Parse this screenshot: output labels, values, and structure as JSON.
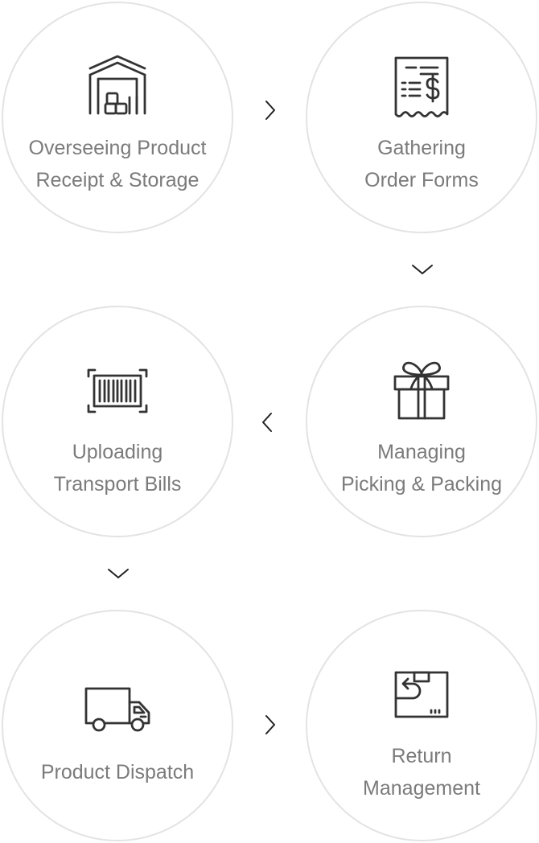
{
  "steps": [
    {
      "id": "receipt-storage",
      "icon": "warehouse-icon",
      "lines": [
        "Overseeing Product",
        "Receipt & Storage"
      ]
    },
    {
      "id": "order-forms",
      "icon": "receipt-icon",
      "lines": [
        "Gathering",
        "Order Forms"
      ]
    },
    {
      "id": "picking-packing",
      "icon": "gift-box-icon",
      "lines": [
        "Managing",
        "Picking & Packing"
      ]
    },
    {
      "id": "transport-bills",
      "icon": "barcode-scan-icon",
      "lines": [
        "Uploading",
        "Transport Bills"
      ]
    },
    {
      "id": "product-dispatch",
      "icon": "delivery-truck-icon",
      "lines": [
        "Product Dispatch"
      ]
    },
    {
      "id": "return-management",
      "icon": "return-box-icon",
      "lines": [
        "Return",
        "Management"
      ]
    }
  ],
  "connectors": [
    {
      "from": "receipt-storage",
      "to": "order-forms",
      "direction": "right",
      "icon": "chevron-right-icon"
    },
    {
      "from": "order-forms",
      "to": "picking-packing",
      "direction": "down",
      "icon": "chevron-down-icon"
    },
    {
      "from": "picking-packing",
      "to": "transport-bills",
      "direction": "left",
      "icon": "chevron-left-icon"
    },
    {
      "from": "transport-bills",
      "to": "product-dispatch",
      "direction": "down",
      "icon": "chevron-down-icon"
    },
    {
      "from": "product-dispatch",
      "to": "return-management",
      "direction": "right",
      "icon": "chevron-right-icon"
    }
  ],
  "colors": {
    "circle_border": "#e3e3e3",
    "label_text": "#7b7b7b",
    "icon_stroke": "#333333",
    "arrow_stroke": "#222222"
  }
}
